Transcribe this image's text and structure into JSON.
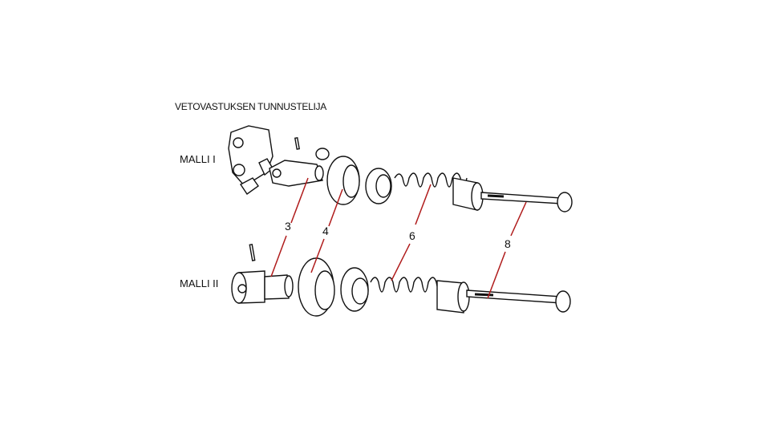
{
  "title": "VETOVASTUKSEN TUNNUSTELIJA",
  "models": {
    "model1": "MALLI I",
    "model2": "MALLI II"
  },
  "callouts": [
    "3",
    "4",
    "6",
    "8"
  ],
  "colors": {
    "leader": "#b01c1c",
    "ink": "#111111"
  }
}
